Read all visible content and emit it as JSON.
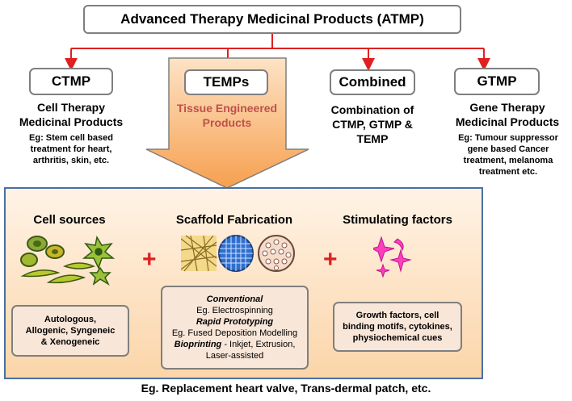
{
  "top": {
    "title": "Advanced Therapy Medicinal Products (ATMP)"
  },
  "categories": [
    {
      "label": "CTMP",
      "title_line1": "Cell Therapy",
      "title_line2": "Medicinal Products",
      "desc": [
        "Eg: Stem cell based",
        "treatment for heart,",
        "arthritis, skin, etc."
      ]
    },
    {
      "label": "TEMPs",
      "title_line1": "Tissue Engineered",
      "title_line2": "Products"
    },
    {
      "label": "Combined",
      "title_line1": "Combination of",
      "title_line2": "CTMP, GTMP &",
      "title_line3": "TEMP"
    },
    {
      "label": "GTMP",
      "title_line1": "Gene Therapy",
      "title_line2": "Medicinal Products",
      "desc": [
        "Eg: Tumour suppressor",
        "gene based Cancer",
        "treatment, melanoma",
        "treatment etc."
      ]
    }
  ],
  "panel": {
    "cell": {
      "title": "Cell sources",
      "lines": [
        "Autologous,",
        "Allogenic, Syngeneic",
        "& Xenogeneic"
      ]
    },
    "scaffold": {
      "title": "Scaffold Fabrication",
      "conventional": "Conventional",
      "electro": "Eg. Electrospinning",
      "rapid": "Rapid Prototyping",
      "fused": "Eg. Fused Deposition Modelling",
      "bioprinting": "Bioprinting",
      "bio_rest": " - Inkjet, Extrusion,",
      "laser": "Laser-assisted"
    },
    "stim": {
      "title": "Stimulating factors",
      "lines": [
        "Growth factors, cell",
        "binding motifs, cytokines,",
        "physiochemical cues"
      ]
    },
    "plus": "+"
  },
  "footer": "Eg. Replacement heart valve, Trans-dermal patch, etc.",
  "colors": {
    "arrow": "#e02020",
    "panel_border": "#4a6fa5",
    "accent_text": "#c0504d",
    "sparkle": "#ff3dbf"
  }
}
